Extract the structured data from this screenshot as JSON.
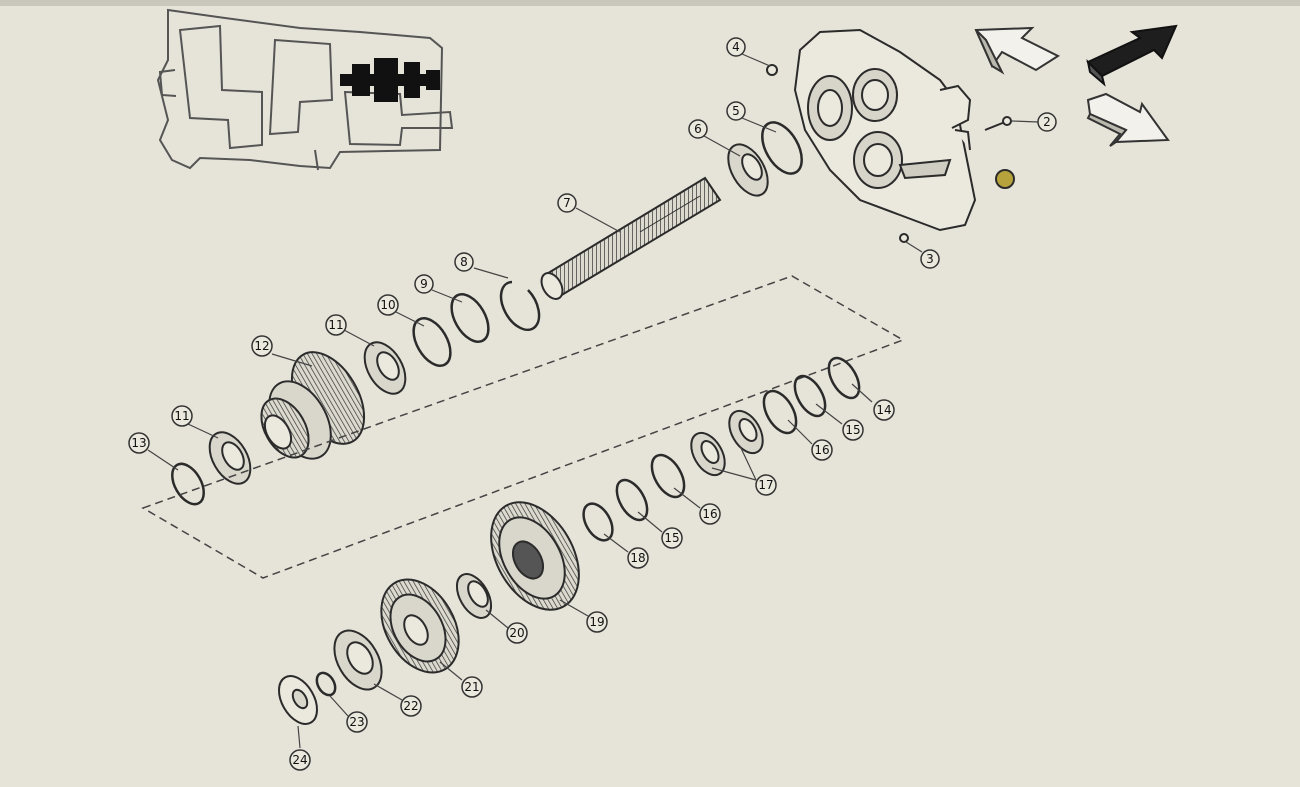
{
  "diagram": {
    "colors": {
      "paper": "#e6e3d8",
      "ink": "#2b2b2b",
      "part_fill": "#d9d6cb",
      "highlight": "#111111",
      "plug": "#b7a33c"
    },
    "part_labels": [
      {
        "id": "p1",
        "text": "2"
      },
      {
        "id": "p2",
        "text": "3"
      },
      {
        "id": "p3",
        "text": "4"
      },
      {
        "id": "p4",
        "text": "5"
      },
      {
        "id": "p5",
        "text": "6"
      },
      {
        "id": "p6",
        "text": "7"
      },
      {
        "id": "p7",
        "text": "8"
      },
      {
        "id": "p8",
        "text": "9"
      },
      {
        "id": "p9",
        "text": "10"
      },
      {
        "id": "p10",
        "text": "11"
      },
      {
        "id": "p11",
        "text": "11"
      },
      {
        "id": "p12",
        "text": "12"
      },
      {
        "id": "p13",
        "text": "13"
      },
      {
        "id": "p14",
        "text": "14"
      },
      {
        "id": "p15",
        "text": "15"
      },
      {
        "id": "p16",
        "text": "15"
      },
      {
        "id": "p17",
        "text": "16"
      },
      {
        "id": "p18",
        "text": "16"
      },
      {
        "id": "p19",
        "text": "17"
      },
      {
        "id": "p20",
        "text": "18"
      },
      {
        "id": "p21",
        "text": "19"
      },
      {
        "id": "p22",
        "text": "20"
      },
      {
        "id": "p23",
        "text": "21"
      },
      {
        "id": "p24",
        "text": "22"
      },
      {
        "id": "p25",
        "text": "23"
      },
      {
        "id": "p26",
        "text": "24"
      }
    ],
    "icons": {
      "nav_up": "outline-arrow-up-right-icon",
      "nav_up_active": "filled-arrow-up-right-icon",
      "nav_down": "outline-arrow-down-right-icon",
      "locator": "transmission-locator-icon"
    }
  }
}
